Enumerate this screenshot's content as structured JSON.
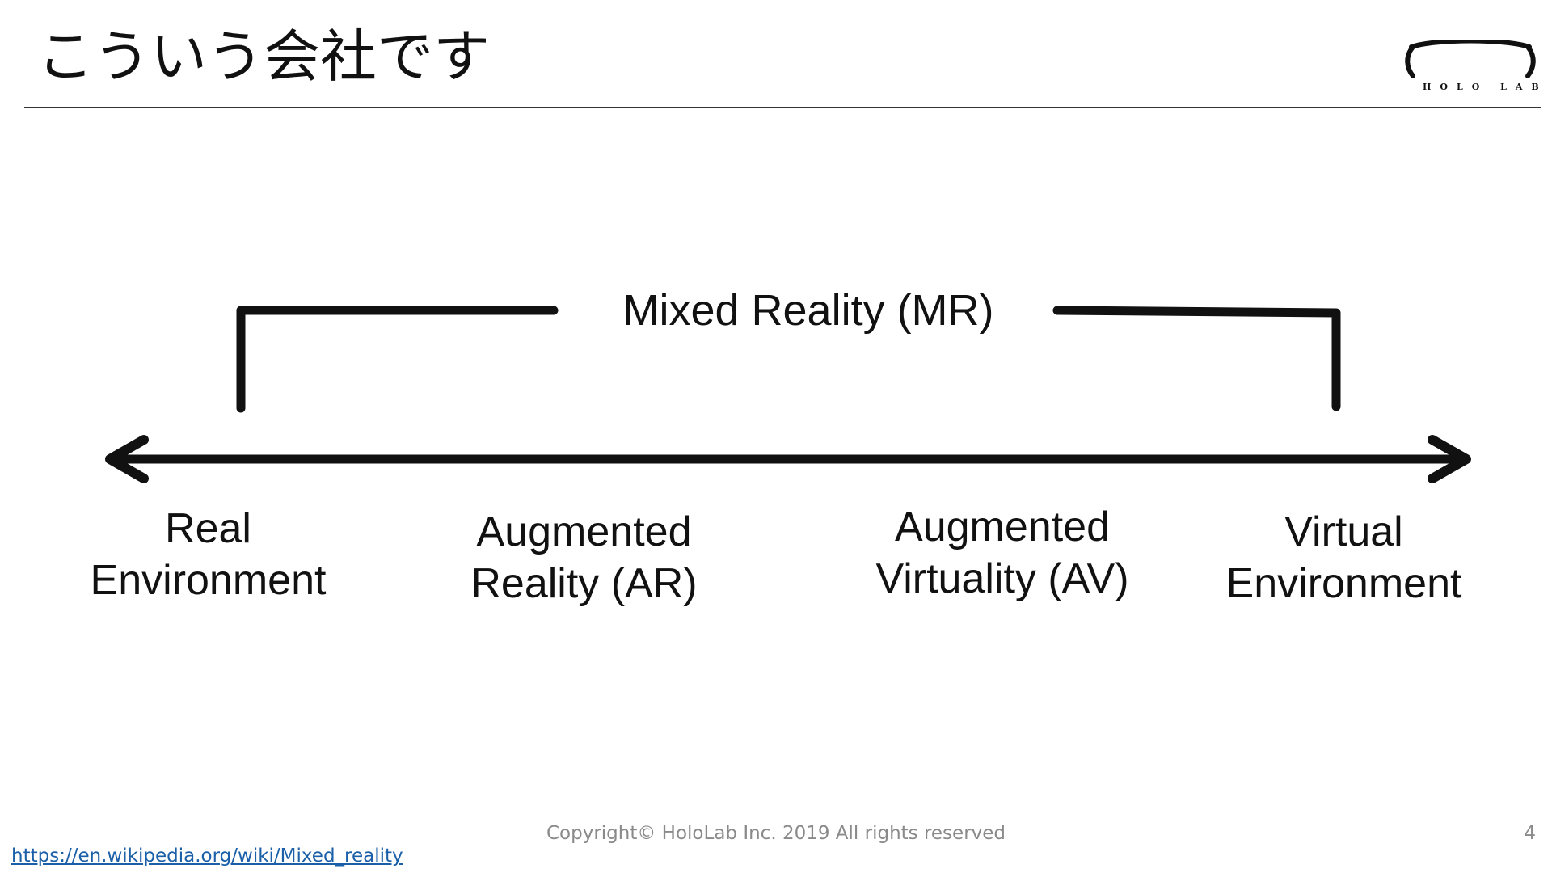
{
  "slide": {
    "title": "こういう会社です",
    "page_number": "4",
    "copyright": "Copyright© HoloLab Inc. 2019 All rights reserved",
    "source_url": "https://en.wikipedia.org/wiki/Mixed_reality"
  },
  "logo": {
    "text": "HOLO LAB"
  },
  "diagram": {
    "bracket_label": "Mixed Reality (MR)",
    "continuum": [
      {
        "line1": "Real",
        "line2": "Environment"
      },
      {
        "line1": "Augmented",
        "line2": "Reality (AR)"
      },
      {
        "line1": "Augmented",
        "line2": "Virtuality (AV)"
      },
      {
        "line1": "Virtual",
        "line2": "Environment"
      }
    ]
  },
  "colors": {
    "ink": "#111111",
    "footer_text": "#8a8a8a",
    "link": "#1a5fa8"
  }
}
